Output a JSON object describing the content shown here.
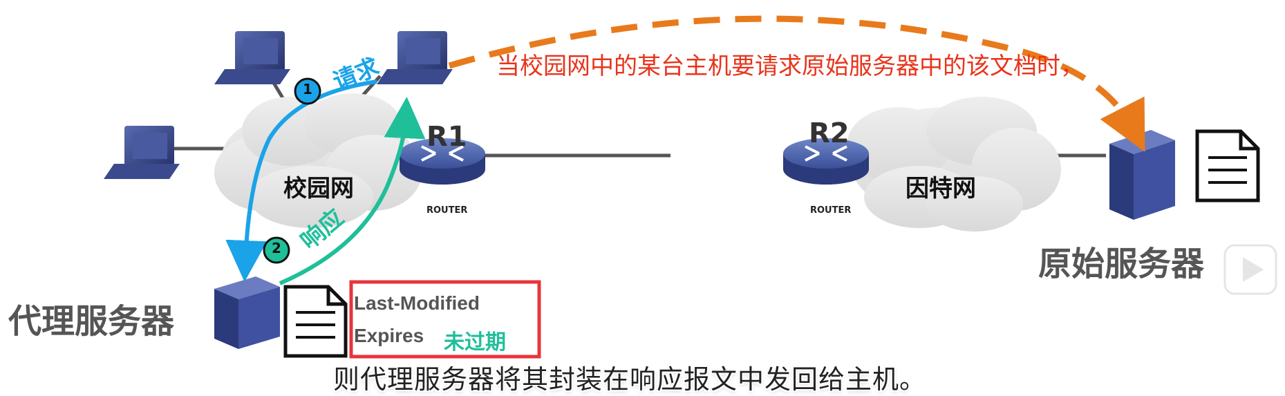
{
  "clouds": {
    "campus": "校园网",
    "internet": "因特网"
  },
  "routers": {
    "r1": "R1",
    "r2": "R2",
    "router_caption": "ROUTER"
  },
  "servers": {
    "proxy": "代理服务器",
    "origin": "原始服务器"
  },
  "arrows": {
    "request_label": "请求",
    "request_step": "1",
    "response_label": "响应",
    "response_step": "2"
  },
  "annotation": "当校园网中的某台主机要请求原始服务器中的该文档时，",
  "document_fields": {
    "last_modified": "Last-Modified",
    "expires": "Expires",
    "status": "未过期"
  },
  "subtitle": "则代理服务器将其封装在响应报文中发回给主机。",
  "colors": {
    "request": "#1aa3e8",
    "response": "#1fbf9a",
    "orange_arrow": "#e87a1c",
    "annotation": "#e8341c",
    "highlight_box": "#e8343c",
    "device_blue": "#3b4a8c"
  }
}
